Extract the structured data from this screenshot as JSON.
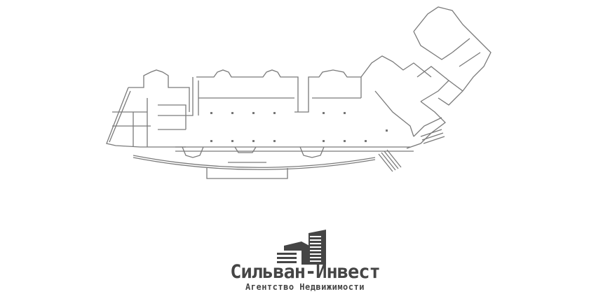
{
  "drawing": {
    "type": "floor-plan",
    "line_color": "#8a8a8a",
    "wall_color": "#6e6e6e"
  },
  "logo": {
    "title": "Сильван-Инвест",
    "subtitle": "Агентство Недвижимости",
    "color": "#454545",
    "icon": "buildings-icon"
  }
}
